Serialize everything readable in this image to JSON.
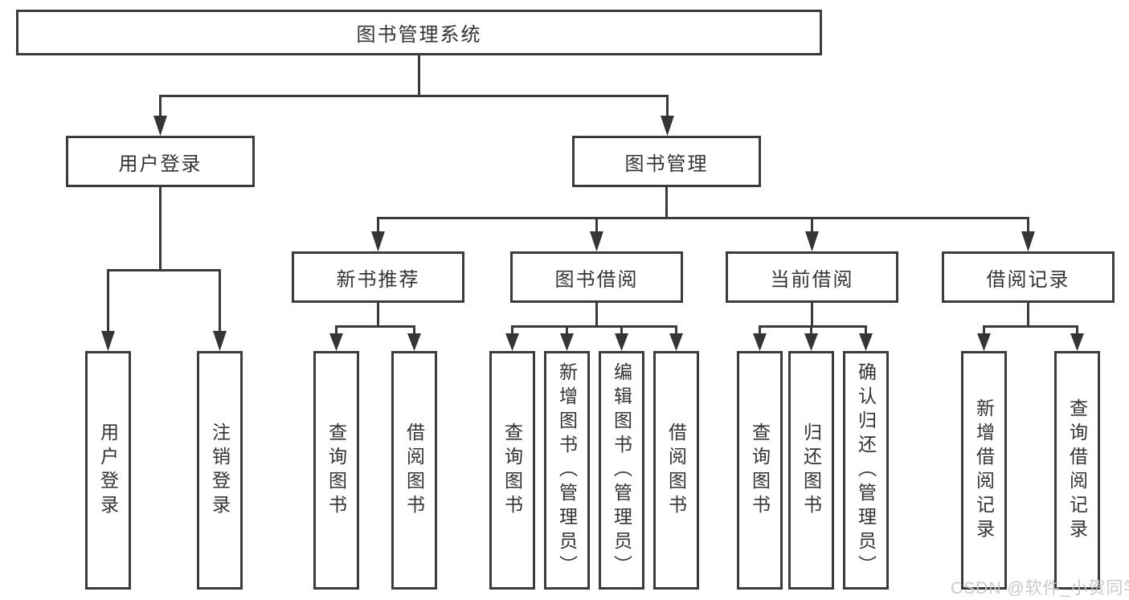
{
  "diagram": {
    "type": "hierarchy-tree",
    "root": {
      "label": "图书管理系统"
    },
    "branches": [
      {
        "label": "用户登录",
        "children": [
          {
            "label": "用户登录"
          },
          {
            "label": "注销登录"
          }
        ]
      },
      {
        "label": "图书管理",
        "children": [
          {
            "label": "新书推荐",
            "children": [
              {
                "label": "查询图书"
              },
              {
                "label": "借阅图书"
              }
            ]
          },
          {
            "label": "图书借阅",
            "children": [
              {
                "label": "查询图书"
              },
              {
                "label": "新增图书（管理员）"
              },
              {
                "label": "编辑图书（管理员）"
              },
              {
                "label": "借阅图书"
              }
            ]
          },
          {
            "label": "当前借阅",
            "children": [
              {
                "label": "查询图书"
              },
              {
                "label": "归还图书"
              },
              {
                "label": "确认归还（管理员）"
              }
            ]
          },
          {
            "label": "借阅记录",
            "children": [
              {
                "label": "新增借阅记录"
              },
              {
                "label": "查询借阅记录"
              }
            ]
          }
        ]
      }
    ]
  },
  "watermark": {
    "text": "CSDN @软件_小贺同学"
  },
  "colors": {
    "background": "#ffffff",
    "box_border": "#3b3b3b",
    "line": "#3a3a3a",
    "text": "#333333",
    "watermark": "#c6c6c6"
  }
}
